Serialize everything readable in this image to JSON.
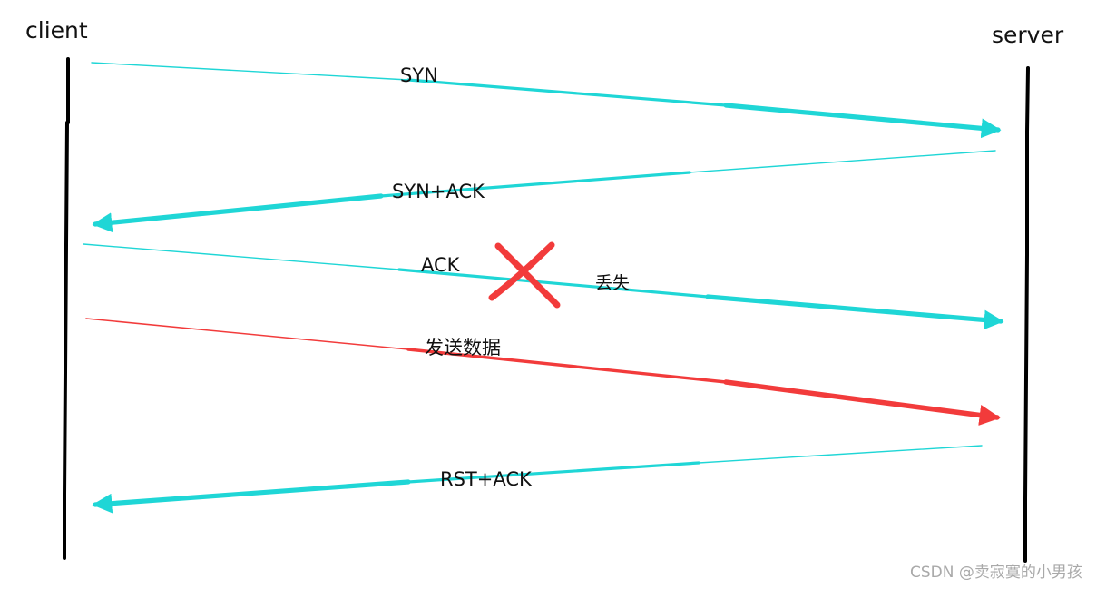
{
  "participants": {
    "client": "client",
    "server": "server"
  },
  "messages": [
    {
      "label": "SYN",
      "from": "client",
      "to": "server",
      "color": "#1fd6d6"
    },
    {
      "label": "SYN+ACK",
      "from": "server",
      "to": "client",
      "color": "#1fd6d6"
    },
    {
      "label": "ACK",
      "from": "client",
      "to": "server",
      "color": "#1fd6d6"
    },
    {
      "label": "发送数据",
      "from": "client",
      "to": "server",
      "color": "#f23b3b"
    },
    {
      "label": "RST+ACK",
      "from": "server",
      "to": "client",
      "color": "#1fd6d6"
    }
  ],
  "lost_marker": {
    "label": "丢失",
    "icon": "cross-mark-icon",
    "color": "#f23b3b"
  },
  "watermark": "CSDN @卖寂寞的小男孩",
  "colors": {
    "lifeline": "#000000",
    "message": "#1fd6d6",
    "highlight": "#f23b3b",
    "watermark": "#a9a9a9"
  }
}
